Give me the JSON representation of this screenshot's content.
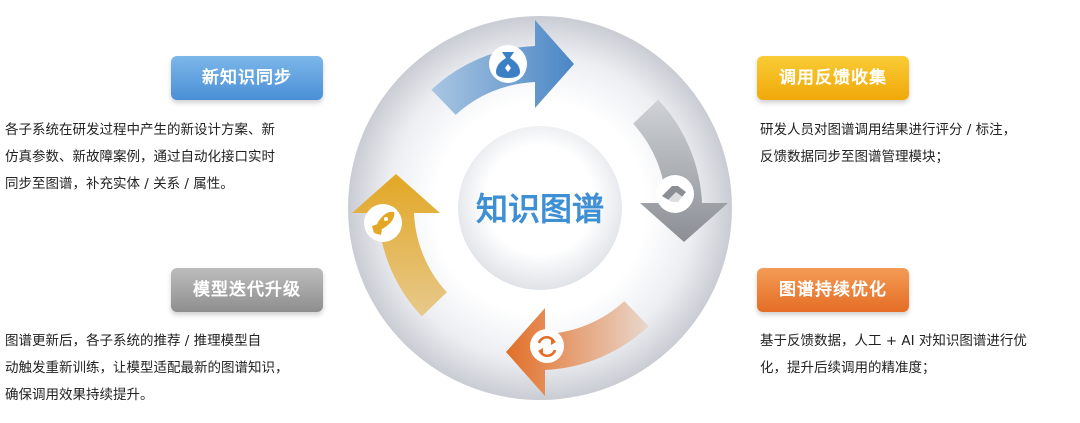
{
  "center_title": "知识图谱",
  "steps": [
    {
      "label": "新知识同步",
      "description_lines": [
        "各子系统在研发过程中产生的新设计方案、新",
        "仿真参数、新故障案例，通过自动化接口实时",
        "同步至图谱，补充实体 / 关系 / 属性。"
      ],
      "color": "#4a8fd6",
      "icon": "money-bag-icon"
    },
    {
      "label": "调用反馈收集",
      "description_lines": [
        "研发人员对图谱调用结果进行评分 / 标注，",
        "反馈数据同步至图谱管理模块；"
      ],
      "color": "#f0a808",
      "icon": "handshake-icon"
    },
    {
      "label": "图谱持续优化",
      "description_lines": [
        "基于反馈数据，人工 + AI 对知识图谱进行优",
        "化，提升后续调用的精准度；"
      ],
      "color": "#e56d25",
      "icon": "refresh-icon"
    },
    {
      "label": "模型迭代升级",
      "description_lines": [
        "图谱更新后，各子系统的推荐 / 推理模型自",
        "动触发重新训练，让模型适配最新的图谱知识，",
        "确保调用效果持续提升。"
      ],
      "color": "#8e8e8e",
      "icon": "rocket-icon"
    }
  ]
}
